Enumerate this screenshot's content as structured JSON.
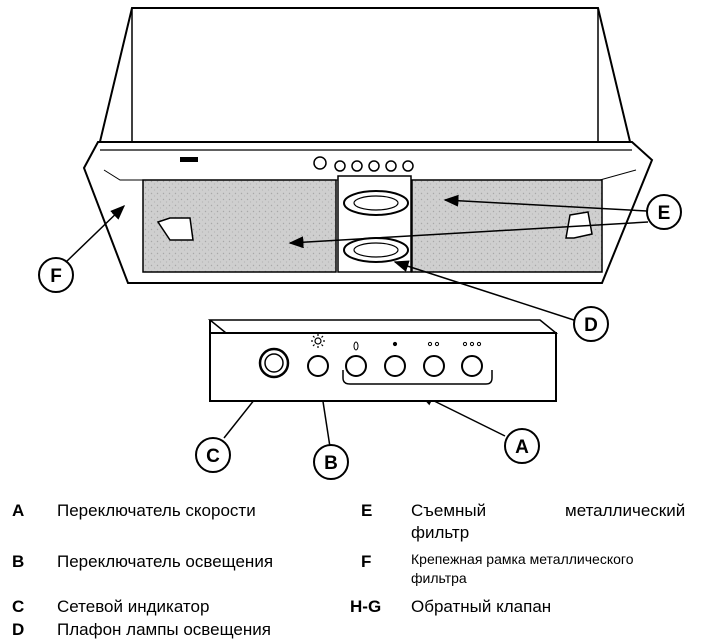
{
  "callouts": {
    "a": "A",
    "b": "B",
    "c": "C",
    "d": "D",
    "e": "E",
    "f": "F"
  },
  "legend": {
    "a": {
      "key": "A",
      "text": "Переключатель скорости"
    },
    "b": {
      "key": "B",
      "text": "Переключатель освещения"
    },
    "c": {
      "key": "C",
      "text": "Сетевой индикатор"
    },
    "d": {
      "key": "D",
      "text": "Плафон лампы освещения"
    },
    "e": {
      "key": "E",
      "text_line1_word1": "Съемный",
      "text_line1_word2": "металлический",
      "text_line2": "фильтр"
    },
    "f": {
      "key": "F",
      "text_line1": "Крепежная рамка металлического",
      "text_line2": "фильтра"
    },
    "hg": {
      "key": "H-G",
      "text": "Обратный клапан"
    }
  },
  "colors": {
    "line": "#000000",
    "filter_fill": "#cfcfcf",
    "filter_dots": "#9a9a9a",
    "background": "#ffffff"
  }
}
